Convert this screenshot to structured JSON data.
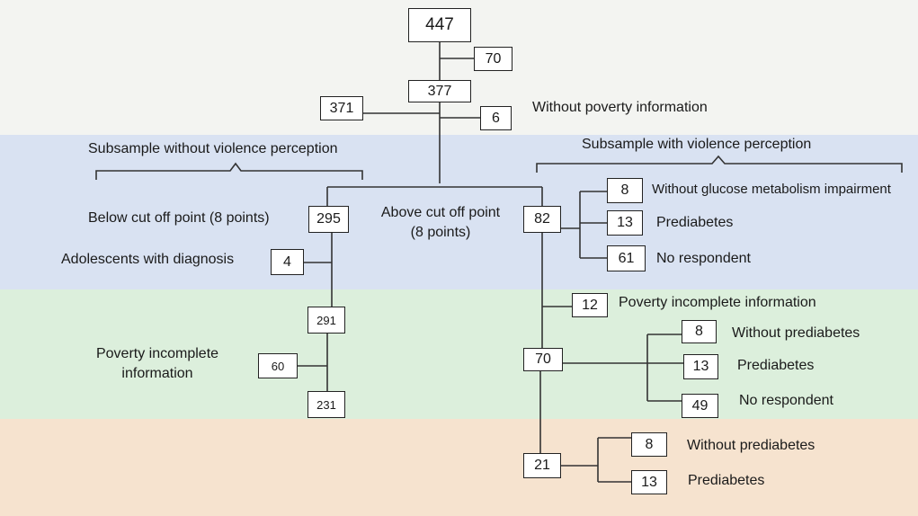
{
  "colors": {
    "band_top": "#f3f4f1",
    "band_blue": "#d9e2f2",
    "band_green": "#dcefdc",
    "band_orange": "#f6e3cf",
    "line": "#333333"
  },
  "nodes": {
    "total": "447",
    "excluded_top": "70",
    "after_exclusion": "377",
    "without_violence": "371",
    "without_poverty": "6",
    "below_cutoff": "295",
    "above_cutoff": "82",
    "with_diagnosis": "4",
    "after_diagnosis": "291",
    "left_poverty_incomplete": "60",
    "left_final": "231",
    "g1_without_glucose": "8",
    "g1_prediabetes": "13",
    "g1_no_respondent": "61",
    "right_poverty_incomplete": "12",
    "right_after_poverty": "70",
    "g2_without_prediabetes": "8",
    "g2_prediabetes": "13",
    "g2_no_respondent": "49",
    "right_final": "21",
    "g3_without_prediabetes": "8",
    "g3_prediabetes": "13"
  },
  "labels": {
    "without_poverty_information": "Without poverty information",
    "subsample_without_violence": "Subsample without violence perception",
    "subsample_with_violence": "Subsample with violence perception",
    "below_cutoff": "Below cut off point  (8 points)",
    "above_cutoff_line1": "Above cut off point",
    "above_cutoff_line2": "(8 points)",
    "adolescents_with_diagnosis": "Adolescents with diagnosis",
    "left_poverty_line1": "Poverty incomplete",
    "left_poverty_line2": "information",
    "without_glucose_impairment": "Without glucose metabolism impairment",
    "g1_prediabetes": "Prediabetes",
    "g1_no_respondent": "No respondent",
    "right_poverty_incomplete": "Poverty incomplete information",
    "g2_without_prediabetes": "Without prediabetes",
    "g2_prediabetes": "Prediabetes",
    "g2_no_respondent": "No respondent",
    "g3_without_prediabetes": "Without prediabetes",
    "g3_prediabetes": "Prediabetes"
  }
}
